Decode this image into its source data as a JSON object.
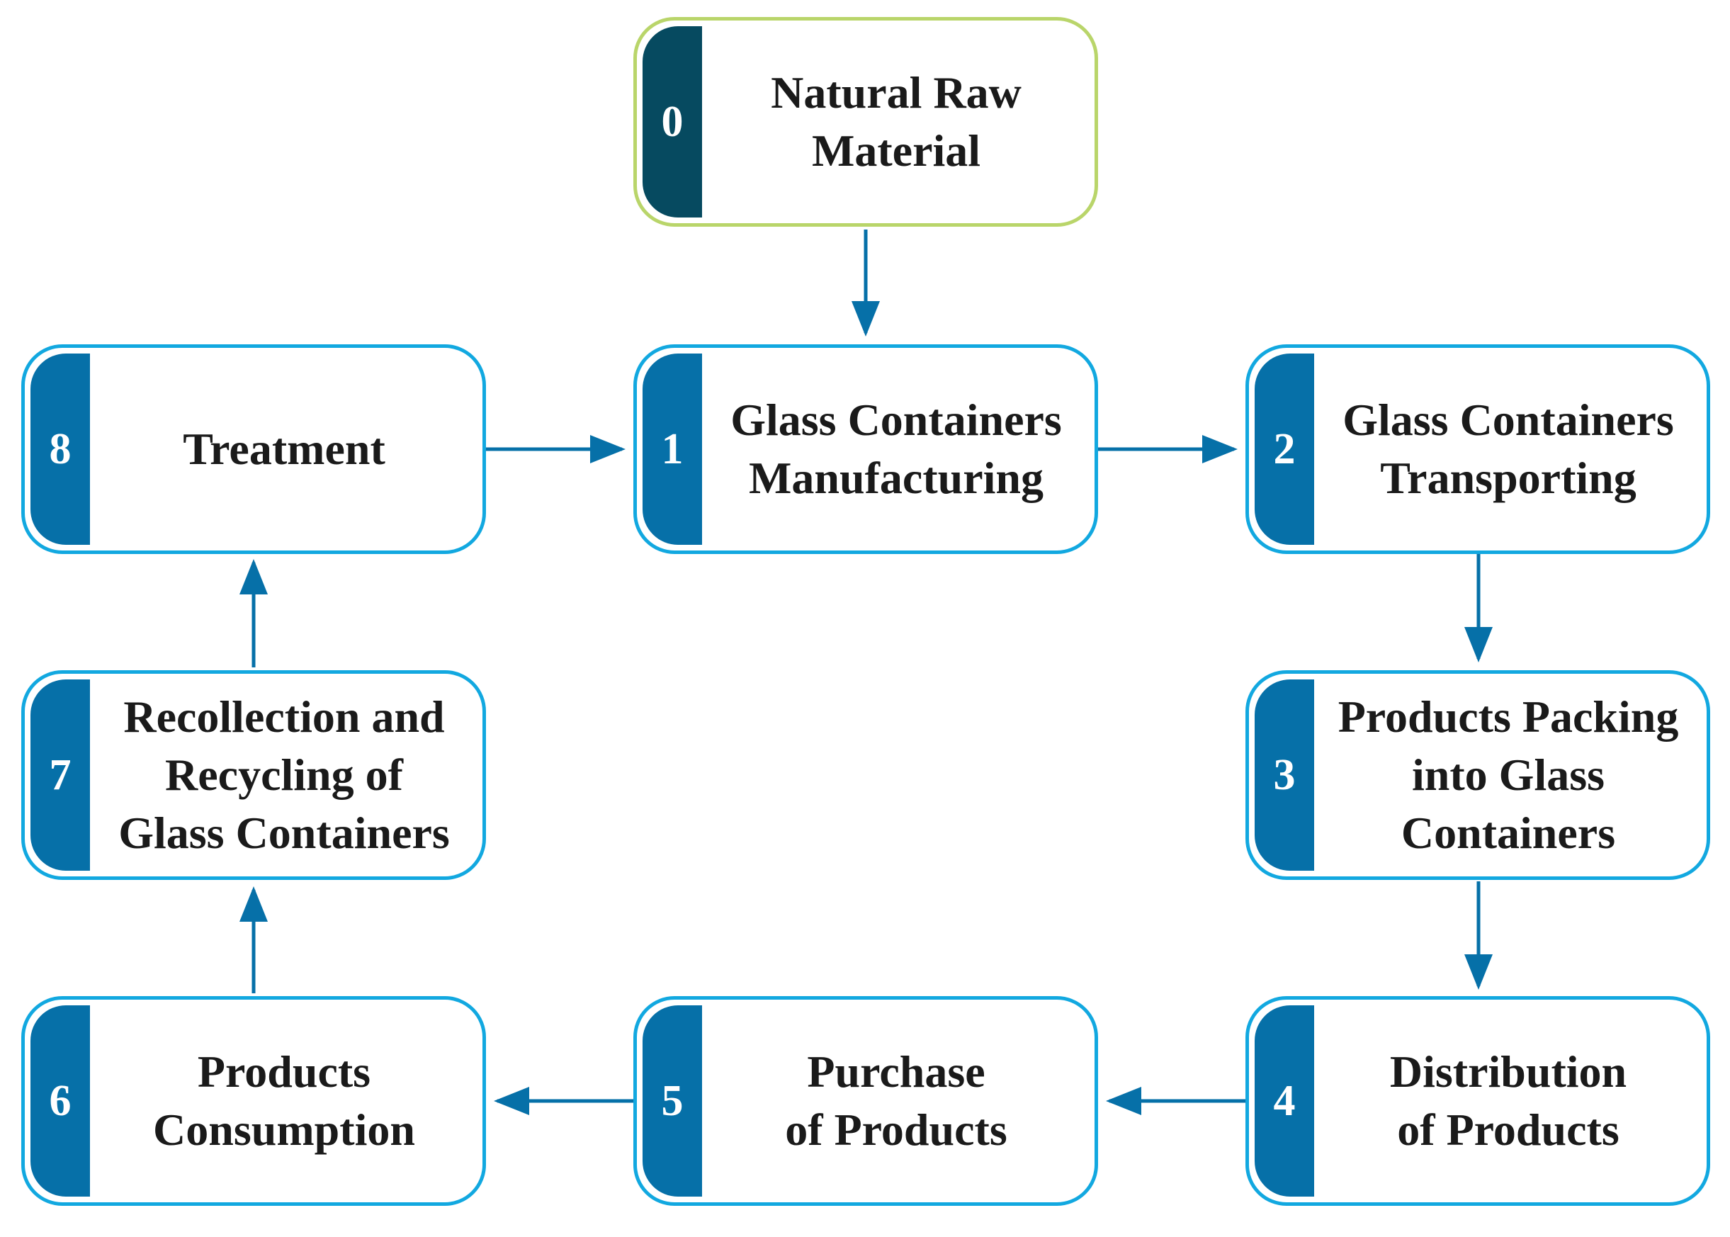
{
  "colors": {
    "box_border": "#12a8e0",
    "start_border": "#b9d56a",
    "tab_fill": "#0670a8",
    "start_tab_fill": "#064a60",
    "arrow": "#0670a8"
  },
  "steps": [
    {
      "number": "0",
      "label": "Natural Raw\nMaterial"
    },
    {
      "number": "1",
      "label": "Glass Containers\nManufacturing"
    },
    {
      "number": "2",
      "label": "Glass Containers\nTransporting"
    },
    {
      "number": "3",
      "label": "Products Packing\ninto Glass\nContainers"
    },
    {
      "number": "4",
      "label": "Distribution\nof Products"
    },
    {
      "number": "5",
      "label": "Purchase\nof Products"
    },
    {
      "number": "6",
      "label": "Products\nConsumption"
    },
    {
      "number": "7",
      "label": "Recollection and\nRecycling of\nGlass Containers"
    },
    {
      "number": "8",
      "label": "Treatment"
    }
  ]
}
